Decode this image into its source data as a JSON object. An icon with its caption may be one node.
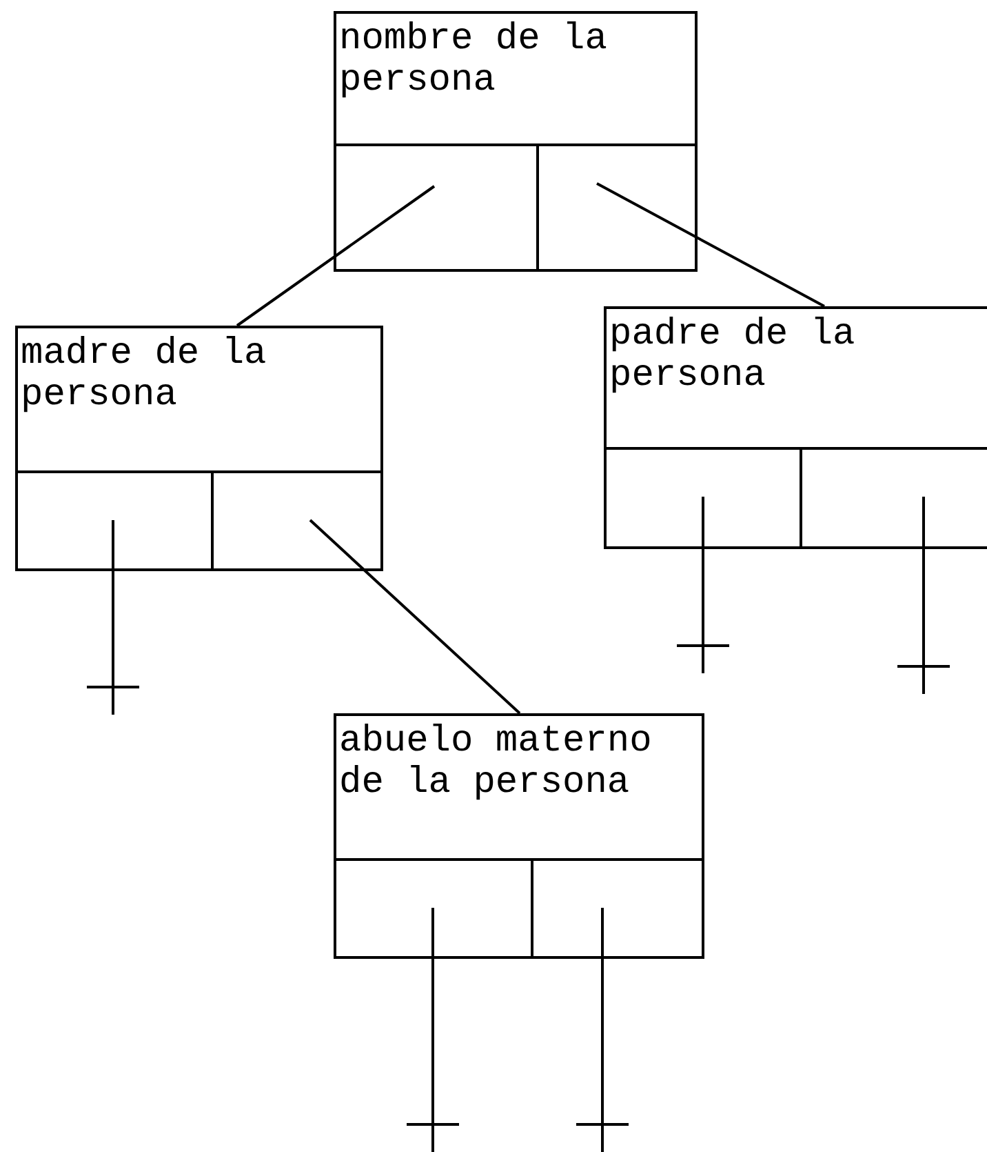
{
  "diagram": {
    "nodes": [
      {
        "text": [
          "nombre de la persona"
        ]
      },
      {
        "text": [],
        "shape": "box",
        "in": 0
      },
      {
        "text": [],
        "shape": "box",
        "in": 0
      },
      {
        "text": [
          "madre de la persona"
        ]
      },
      {
        "text": [],
        "shape": "box",
        "in": 3
      },
      {
        "text": [],
        "shape": "box",
        "in": 3
      },
      {
        "text": [
          "padre de la persona"
        ]
      },
      {
        "text": [],
        "shape": "box",
        "in": 6
      },
      {
        "text": [],
        "shape": "box",
        "in": 6
      },
      {
        "text": [
          "abuelo materno de la persona"
        ]
      },
      {
        "text": [],
        "shape": "box",
        "in": 9
      },
      {
        "text": [],
        "shape": "box",
        "in": 9
      }
    ],
    "edges": [
      {
        "from": 1,
        "to": 3,
        "arrow": "none"
      },
      {
        "from": 2,
        "to": 6,
        "arrow": "none"
      },
      {
        "from": 5,
        "to": 9,
        "arrow": "none"
      },
      {
        "from": 4,
        "to": null,
        "arrow": "other"
      },
      {
        "from": 7,
        "to": null,
        "arrow": "other"
      },
      {
        "from": 8,
        "to": null,
        "arrow": "other"
      },
      {
        "from": 10,
        "to": null,
        "arrow": "other"
      },
      {
        "from": 11,
        "to": null,
        "arrow": "other"
      }
    ]
  }
}
